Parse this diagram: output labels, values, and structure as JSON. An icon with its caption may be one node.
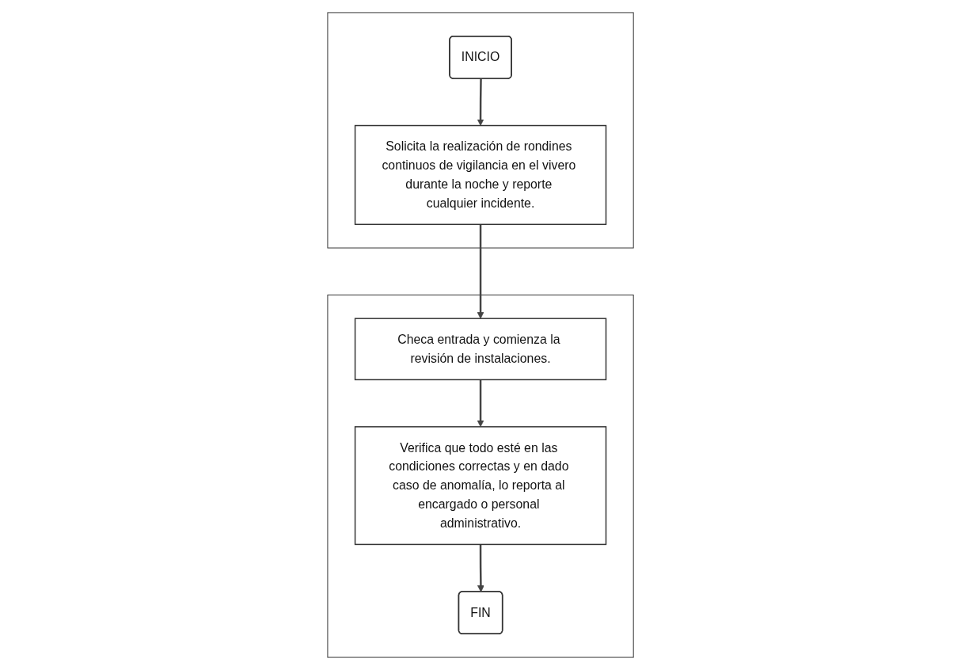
{
  "diagram": {
    "nodes": [
      {
        "text": [],
        "shape": "box"
      },
      {
        "text": [
          "INICIO"
        ],
        "in": 0
      },
      {
        "text": [
          "Solicita la realización de rondines continuos de vigilancia en el vivero durante la noche y reporte cualquier incidente."
        ],
        "in": 0
      },
      {
        "text": [],
        "shape": "box"
      },
      {
        "text": [
          "Checa entrada y comienza la revisión de instalaciones."
        ],
        "in": 3
      },
      {
        "text": [
          "Verifica que todo esté en las condiciones correctas y en dado caso de anomalía, lo reporta al encargado o personal administrativo."
        ],
        "in": 3
      },
      {
        "text": [
          "FIN"
        ],
        "in": 3
      }
    ],
    "edges": [
      {
        "from": 1,
        "to": 2,
        "arrow": "to"
      },
      {
        "from": 2,
        "to": 4,
        "arrow": "to"
      },
      {
        "from": 4,
        "to": 5,
        "arrow": "to"
      },
      {
        "from": 5,
        "to": 6,
        "arrow": "to"
      }
    ]
  }
}
